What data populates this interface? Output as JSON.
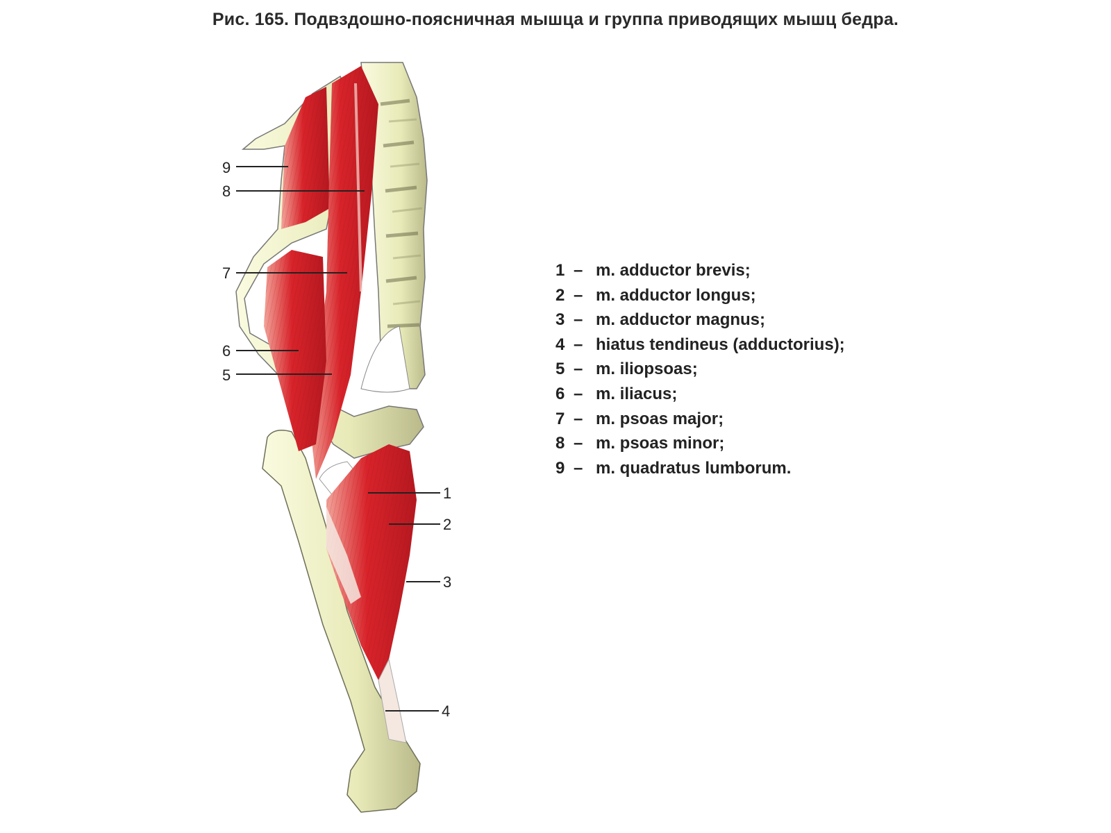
{
  "caption": "Рис. 165. Подвздошно-поясничная мышца и группа приводящих мышц бедра.",
  "callouts": [
    "9",
    "8",
    "7",
    "6",
    "5",
    "1",
    "2",
    "3",
    "4"
  ],
  "legend": [
    {
      "num": "1",
      "text": "m. adductor brevis;"
    },
    {
      "num": "2",
      "text": "m. adductor longus;"
    },
    {
      "num": "3",
      "text": "m. adductor magnus;"
    },
    {
      "num": "4",
      "text": "hiatus tendineus (adductorius);"
    },
    {
      "num": "5",
      "text": "m. iliopsoas;"
    },
    {
      "num": "6",
      "text": "m. iliacus;"
    },
    {
      "num": "7",
      "text": "m. psoas major;"
    },
    {
      "num": "8",
      "text": "m. psoas minor;"
    },
    {
      "num": "9",
      "text": "m. quadratus lumborum."
    }
  ],
  "legend_dash": "–",
  "colors": {
    "muscle": "#d8232a",
    "muscle_light": "#f08a80",
    "bone": "#eef0c4",
    "bone_shade": "#b9b98a",
    "tendon": "#f4e8e0"
  }
}
